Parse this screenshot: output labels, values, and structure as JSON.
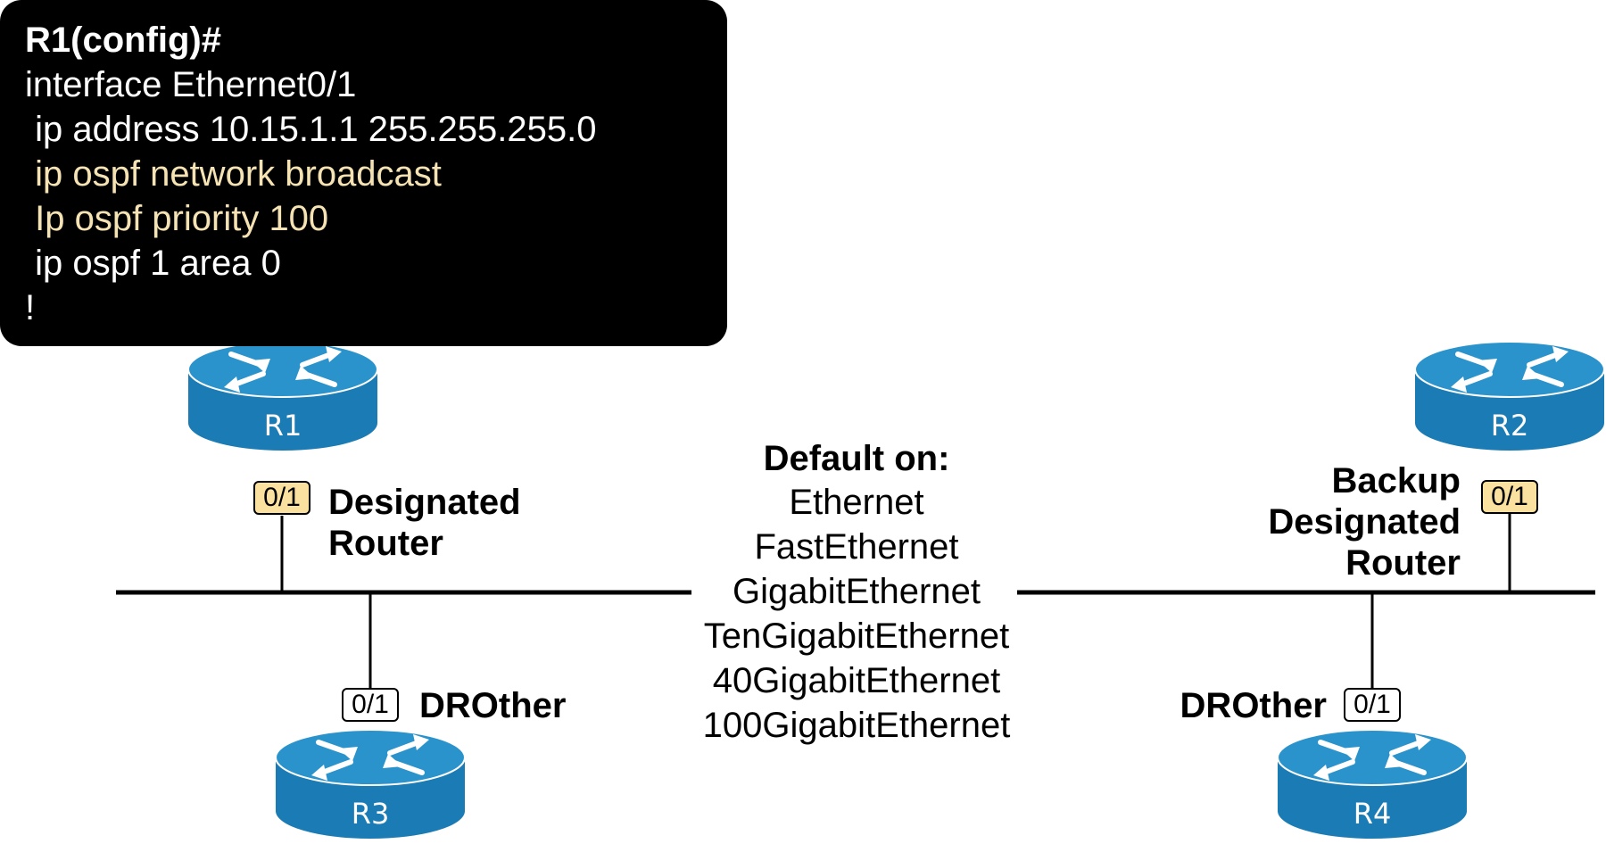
{
  "console": {
    "lines": [
      {
        "text": "R1(config)#",
        "style": "bold"
      },
      {
        "text": "interface Ethernet0/1",
        "style": "normal"
      },
      {
        "text": " ip address 10.15.1.1 255.255.255.0",
        "style": "normal"
      },
      {
        "text": " ip ospf network broadcast",
        "style": "highlight"
      },
      {
        "text": " Ip ospf priority 100",
        "style": "highlight"
      },
      {
        "text": " ip ospf 1 area 0",
        "style": "normal"
      },
      {
        "text": "!",
        "style": "normal"
      }
    ]
  },
  "routers": {
    "r1": {
      "name": "R1",
      "port": "0/1",
      "role": [
        "Designated",
        "Router"
      ]
    },
    "r2": {
      "name": "R2",
      "port": "0/1",
      "role": [
        "Backup",
        "Designated",
        "Router"
      ]
    },
    "r3": {
      "name": "R3",
      "port": "0/1",
      "role": [
        "DROther"
      ]
    },
    "r4": {
      "name": "R4",
      "port": "0/1",
      "role": [
        "DROther"
      ]
    }
  },
  "defaults": {
    "heading": "Default on:",
    "items": [
      "Ethernet",
      "FastEthernet",
      "GigabitEthernet",
      "TenGigabitEthernet",
      "40GigabitEthernet",
      "100GigabitEthernet"
    ]
  },
  "colors": {
    "router_body": "#1b7bb4",
    "router_top": "#2a93cc",
    "router_text": "#ffffff",
    "console_bg": "#000000",
    "console_text": "#ffffff",
    "console_highlight": "#f6e3b3",
    "port_highlight": "#fbe19f"
  },
  "icons": {
    "router": "router-icon"
  }
}
